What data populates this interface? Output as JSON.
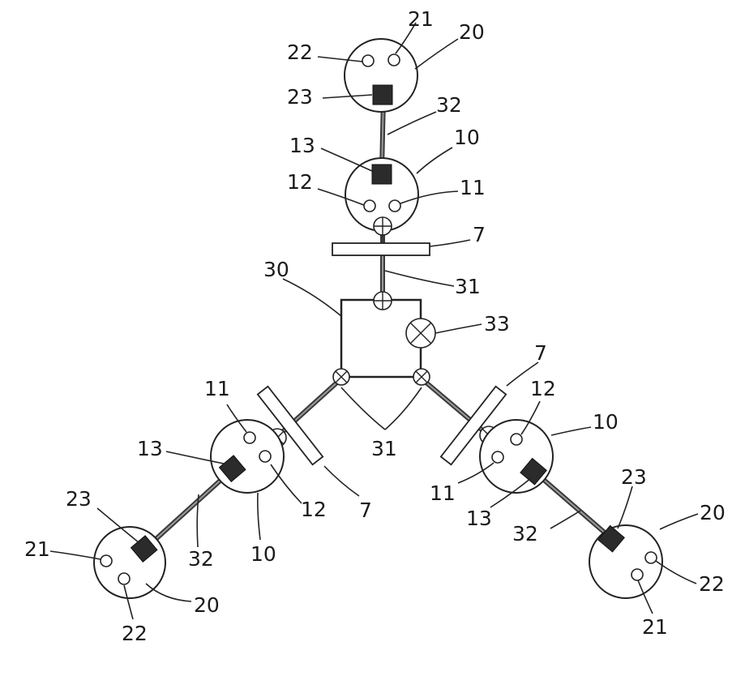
{
  "labels": {
    "top": {
      "n21": "21",
      "n20": "20",
      "n22": "22",
      "n23": "23",
      "n32": "32",
      "n13": "13",
      "n10": "10",
      "n12": "12",
      "n11": "11",
      "n7": "7"
    },
    "center": {
      "n30": "30",
      "n31": "31",
      "n33": "33",
      "n31b": "31"
    },
    "left": {
      "n11": "11",
      "n13": "13",
      "n23": "23",
      "n21": "21",
      "n32": "32",
      "n10": "10",
      "n12": "12",
      "n7": "7",
      "n20": "20",
      "n22": "22"
    },
    "right": {
      "n7": "7",
      "n12": "12",
      "n10": "10",
      "n11": "11",
      "n13": "13",
      "n23": "23",
      "n32": "32",
      "n20": "20",
      "n22": "22",
      "n21": "21"
    }
  }
}
